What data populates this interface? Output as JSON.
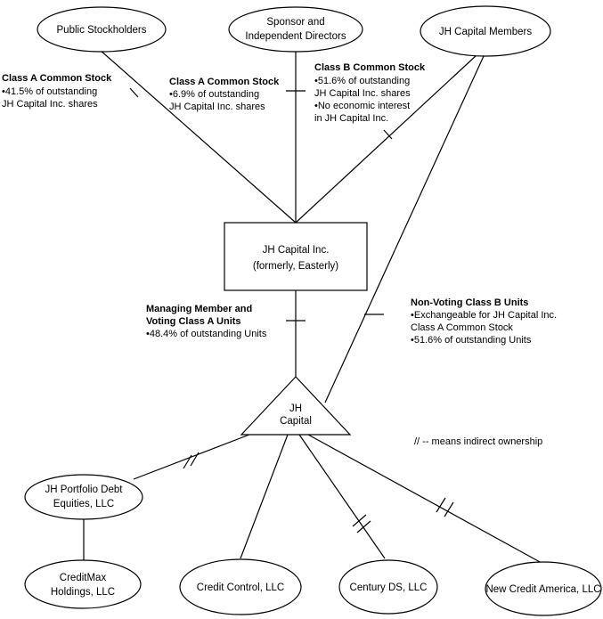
{
  "nodes": {
    "public_stockholders": {
      "lines": [
        "Public Stockholders"
      ]
    },
    "sponsor_directors": {
      "lines": [
        "Sponsor and",
        "Independent Directors"
      ]
    },
    "jh_capital_members": {
      "lines": [
        "JH Capital Members"
      ]
    },
    "jh_capital_inc": {
      "lines": [
        "JH Capital Inc.",
        "(formerly, Easterly)"
      ]
    },
    "jh_capital": {
      "lines": [
        "JH",
        "Capital"
      ]
    },
    "jh_portfolio": {
      "lines": [
        "JH Portfolio Debt",
        "Equities, LLC"
      ]
    },
    "creditmax": {
      "lines": [
        "CreditMax",
        "Holdings, LLC"
      ]
    },
    "credit_control": {
      "lines": [
        "Credit Control, LLC"
      ]
    },
    "century_ds": {
      "lines": [
        "Century DS, LLC"
      ]
    },
    "new_credit_america": {
      "lines": [
        "New Credit America, LLC"
      ]
    }
  },
  "annotations": {
    "public_class_a": {
      "title": "Class A Common Stock",
      "lines": [
        "•41.5% of outstanding",
        "JH Capital Inc. shares"
      ]
    },
    "sponsor_class_a": {
      "title": "Class A Common Stock",
      "lines": [
        "•6.9% of outstanding",
        "JH Capital Inc. shares"
      ]
    },
    "members_class_b": {
      "title": "Class B Common Stock",
      "lines": [
        "•51.6% of outstanding",
        "JH Capital Inc. shares",
        "•No economic interest",
        "in JH Capital Inc."
      ]
    },
    "managing_member": {
      "title_lines": [
        "Managing Member and",
        "Voting Class A Units"
      ],
      "lines": [
        "•48.4% of outstanding Units"
      ]
    },
    "non_voting": {
      "title": "Non-Voting Class B Units",
      "lines": [
        "•Exchangeable for JH Capital Inc.",
        "Class A Common Stock",
        "•51.6% of outstanding Units"
      ]
    }
  },
  "legend": {
    "text": "// -- means indirect ownership"
  }
}
